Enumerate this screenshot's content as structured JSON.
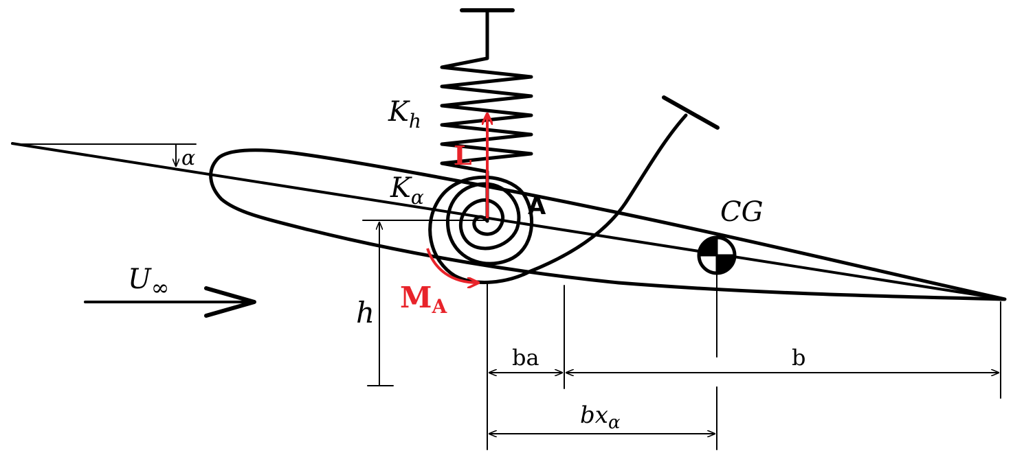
{
  "labels": {
    "alpha": "α",
    "kh_main": "K",
    "kh_sub": "h",
    "ka_main": "K",
    "ka_sub": "α",
    "point_a": "A",
    "lift": "L",
    "moment_main": "M",
    "moment_sub": "A",
    "cg": "CG",
    "freestream_main": "U",
    "freestream_sub": "∞",
    "plunge": "h",
    "dim_ba": "ba",
    "dim_b": "b",
    "dim_bx_main": "bx",
    "dim_bx_sub": "α"
  },
  "colors": {
    "ink": "#000000",
    "force": "#e8232a"
  }
}
